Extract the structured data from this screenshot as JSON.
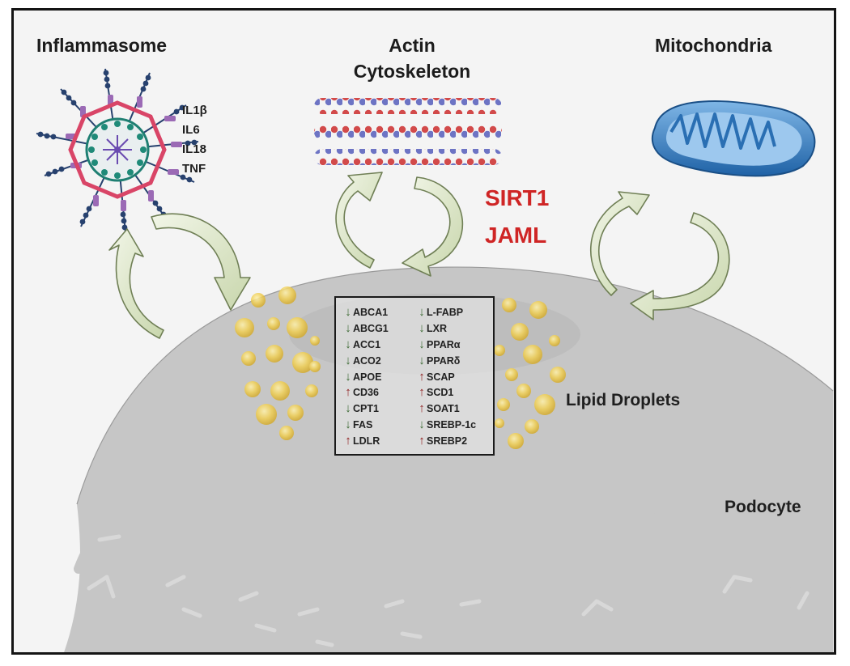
{
  "labels": {
    "inflammasome": "Inflammasome",
    "actin_line1": "Actin",
    "actin_line2": "Cytoskeleton",
    "mitochondria": "Mitochondria",
    "lipid_droplets": "Lipid Droplets",
    "podocyte": "Podocyte"
  },
  "cytokines": [
    "IL1β",
    "IL6",
    "IL18",
    "TNF"
  ],
  "regulators": [
    "SIRT1",
    "JAML"
  ],
  "genes_left": [
    {
      "name": "ABCA1",
      "direction": "down"
    },
    {
      "name": "ABCG1",
      "direction": "down"
    },
    {
      "name": "ACC1",
      "direction": "down"
    },
    {
      "name": "ACO2",
      "direction": "down"
    },
    {
      "name": "APOE",
      "direction": "down"
    },
    {
      "name": "CD36",
      "direction": "up"
    },
    {
      "name": "CPT1",
      "direction": "down"
    },
    {
      "name": "FAS",
      "direction": "down"
    },
    {
      "name": "LDLR",
      "direction": "up"
    }
  ],
  "genes_right": [
    {
      "name": "L-FABP",
      "direction": "down"
    },
    {
      "name": "LXR",
      "direction": "down"
    },
    {
      "name": "PPARα",
      "direction": "down"
    },
    {
      "name": "PPARδ",
      "direction": "down"
    },
    {
      "name": "SCAP",
      "direction": "up"
    },
    {
      "name": "SCD1",
      "direction": "up"
    },
    {
      "name": "SOAT1",
      "direction": "up"
    },
    {
      "name": "SREBP-1c",
      "direction": "down"
    },
    {
      "name": "SREBP2",
      "direction": "up"
    }
  ],
  "arrow_glyphs": {
    "down": "↓",
    "up": "↑"
  },
  "colors": {
    "regulator_red": "#cf2525",
    "down_arrow_green": "#3e6b35",
    "up_arrow_red": "#8e1b1b",
    "cycle_arrow_fill": "#e0ead0",
    "podocyte_gray": "#c6c6c6",
    "lipid_yellow": "#ecc94a"
  }
}
